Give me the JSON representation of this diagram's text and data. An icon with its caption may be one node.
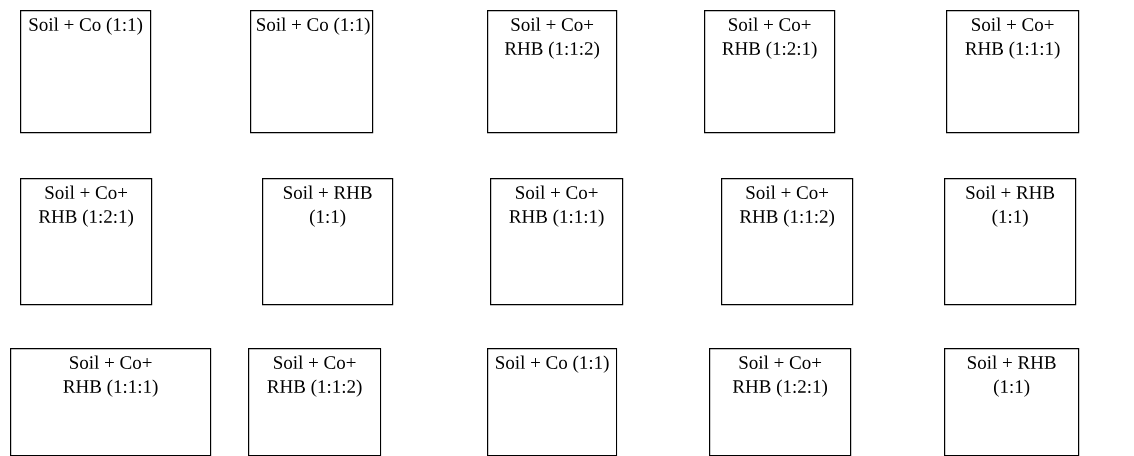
{
  "diagram": {
    "nodes": [
      {
        "text": [
          "Soil + Co (1:1)"
        ]
      },
      {
        "text": [
          "Soil + Co (1:1)"
        ]
      },
      {
        "text": [
          "Soil + Co+ RHB (1:1:2)"
        ]
      },
      {
        "text": [
          "Soil + Co+ RHB (1:2:1)"
        ]
      },
      {
        "text": [
          "Soil + Co+ RHB (1:1:1)"
        ]
      },
      {
        "text": [
          "Soil + Co+ RHB (1:2:1)"
        ]
      },
      {
        "text": [
          "Soil + RHB (1:1)"
        ]
      },
      {
        "text": [
          "Soil + Co+ RHB (1:1:1)"
        ]
      },
      {
        "text": [
          "Soil + Co+ RHB (1:1:2)"
        ]
      },
      {
        "text": [
          "Soil + RHB (1:1)"
        ]
      },
      {
        "text": [
          "Soil + Co+ RHB (1:1:1)"
        ]
      },
      {
        "text": [
          "Soil + Co+ RHB (1:1:2)"
        ]
      },
      {
        "text": [
          "Soil + Co (1:1)"
        ]
      },
      {
        "text": [
          "Soil + Co+ RHB (1:2:1)"
        ]
      },
      {
        "text": [
          "Soil + RHB (1:1)"
        ]
      }
    ]
  }
}
